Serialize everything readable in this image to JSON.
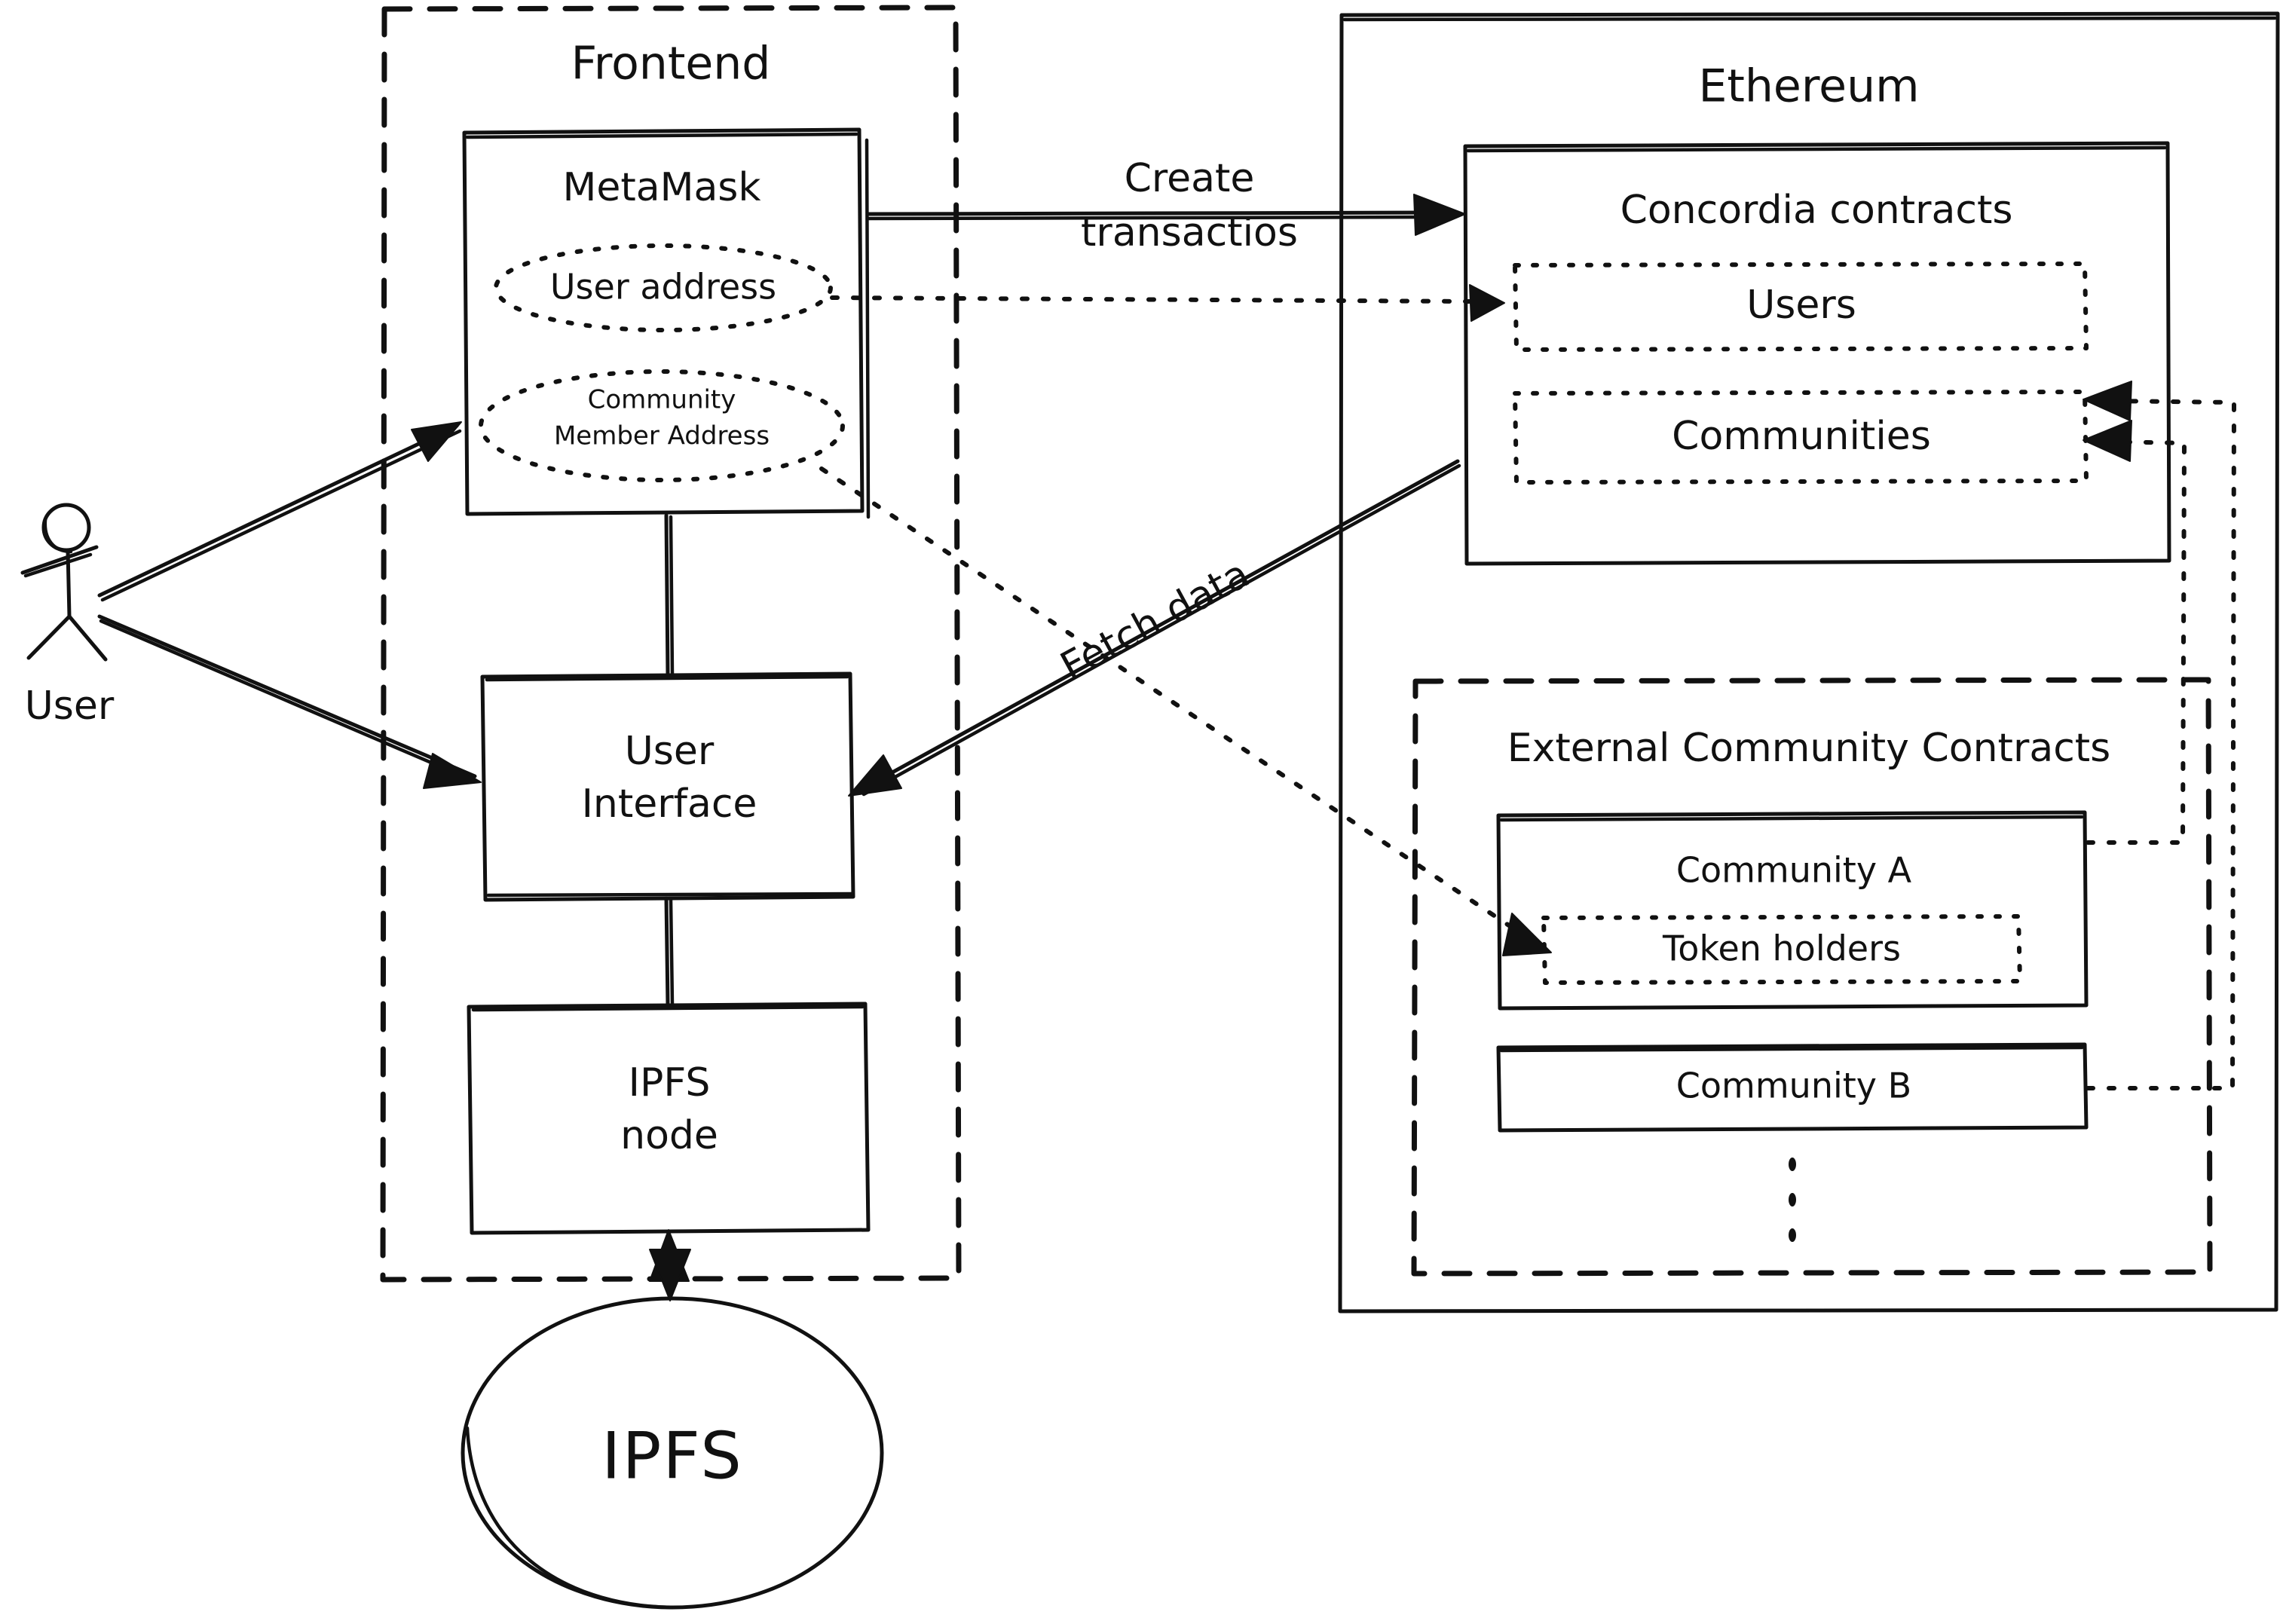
{
  "diagram": {
    "title": "Concordia system architecture",
    "style": "hand-drawn",
    "background_color": "#ffffff",
    "stroke_color": "#111111"
  },
  "groups": {
    "frontend": {
      "label": "Frontend",
      "border": "dashed"
    },
    "ethereum": {
      "label": "Ethereum",
      "border": "solid"
    },
    "concordia_contracts": {
      "label": "Concordia contracts",
      "border": "solid"
    },
    "external_community_contracts": {
      "label": "External Community Contracts",
      "border": "dashed"
    }
  },
  "actors": {
    "user": {
      "label": "User",
      "icon": "stick-figure-icon"
    }
  },
  "nodes": {
    "metamask": {
      "label": "MetaMask"
    },
    "user_address": {
      "label": "User address",
      "shape": "ellipse",
      "border": "dotted"
    },
    "community_member_address": {
      "label_line1": "Community",
      "label_line2": "Member Address",
      "shape": "ellipse",
      "border": "dotted"
    },
    "user_interface": {
      "label_line1": "User",
      "label_line2": "Interface"
    },
    "ipfs_node": {
      "label_line1": "IPFS",
      "label_line2": "node"
    },
    "ipfs": {
      "label": "IPFS",
      "shape": "ellipse"
    },
    "users": {
      "label": "Users",
      "border": "dotted"
    },
    "communities": {
      "label": "Communities",
      "border": "dotted"
    },
    "community_a": {
      "label": "Community A"
    },
    "token_holders": {
      "label": "Token holders",
      "border": "dotted"
    },
    "community_b": {
      "label": "Community B"
    },
    "ellipsis": {
      "label": "⋮"
    }
  },
  "edges": [
    {
      "id": "create-transactions",
      "from": "metamask",
      "to": "concordia_contracts",
      "label_line1": "Create",
      "label_line2": "transactios",
      "style": "solid",
      "arrow": "single"
    },
    {
      "id": "fetch-data",
      "from": "concordia_contracts",
      "to": "user_interface",
      "label": "Fetch data",
      "style": "solid",
      "arrow": "single"
    },
    {
      "id": "user-to-metamask",
      "from": "user",
      "to": "metamask",
      "style": "solid",
      "arrow": "single",
      "label": ""
    },
    {
      "id": "user-to-ui",
      "from": "user",
      "to": "user_interface",
      "style": "solid",
      "arrow": "single",
      "label": ""
    },
    {
      "id": "metamask-to-ui",
      "from": "metamask",
      "to": "user_interface",
      "style": "solid",
      "arrow": "none",
      "label": ""
    },
    {
      "id": "ui-to-ipfs-node",
      "from": "user_interface",
      "to": "ipfs_node",
      "style": "solid",
      "arrow": "none",
      "label": ""
    },
    {
      "id": "ipfs-node-to-ipfs",
      "from": "ipfs_node",
      "to": "ipfs",
      "style": "solid",
      "arrow": "double",
      "label": ""
    },
    {
      "id": "user-address-to-users",
      "from": "user_address",
      "to": "users",
      "style": "dotted",
      "arrow": "single",
      "label": ""
    },
    {
      "id": "member-address-to-token-holders",
      "from": "community_member_address",
      "to": "token_holders",
      "style": "dotted",
      "arrow": "single",
      "label": ""
    },
    {
      "id": "community-a-to-communities",
      "from": "community_a",
      "to": "communities",
      "style": "dotted",
      "arrow": "single",
      "label": ""
    },
    {
      "id": "community-b-to-communities",
      "from": "community_b",
      "to": "communities",
      "style": "dotted",
      "arrow": "single",
      "label": ""
    }
  ]
}
